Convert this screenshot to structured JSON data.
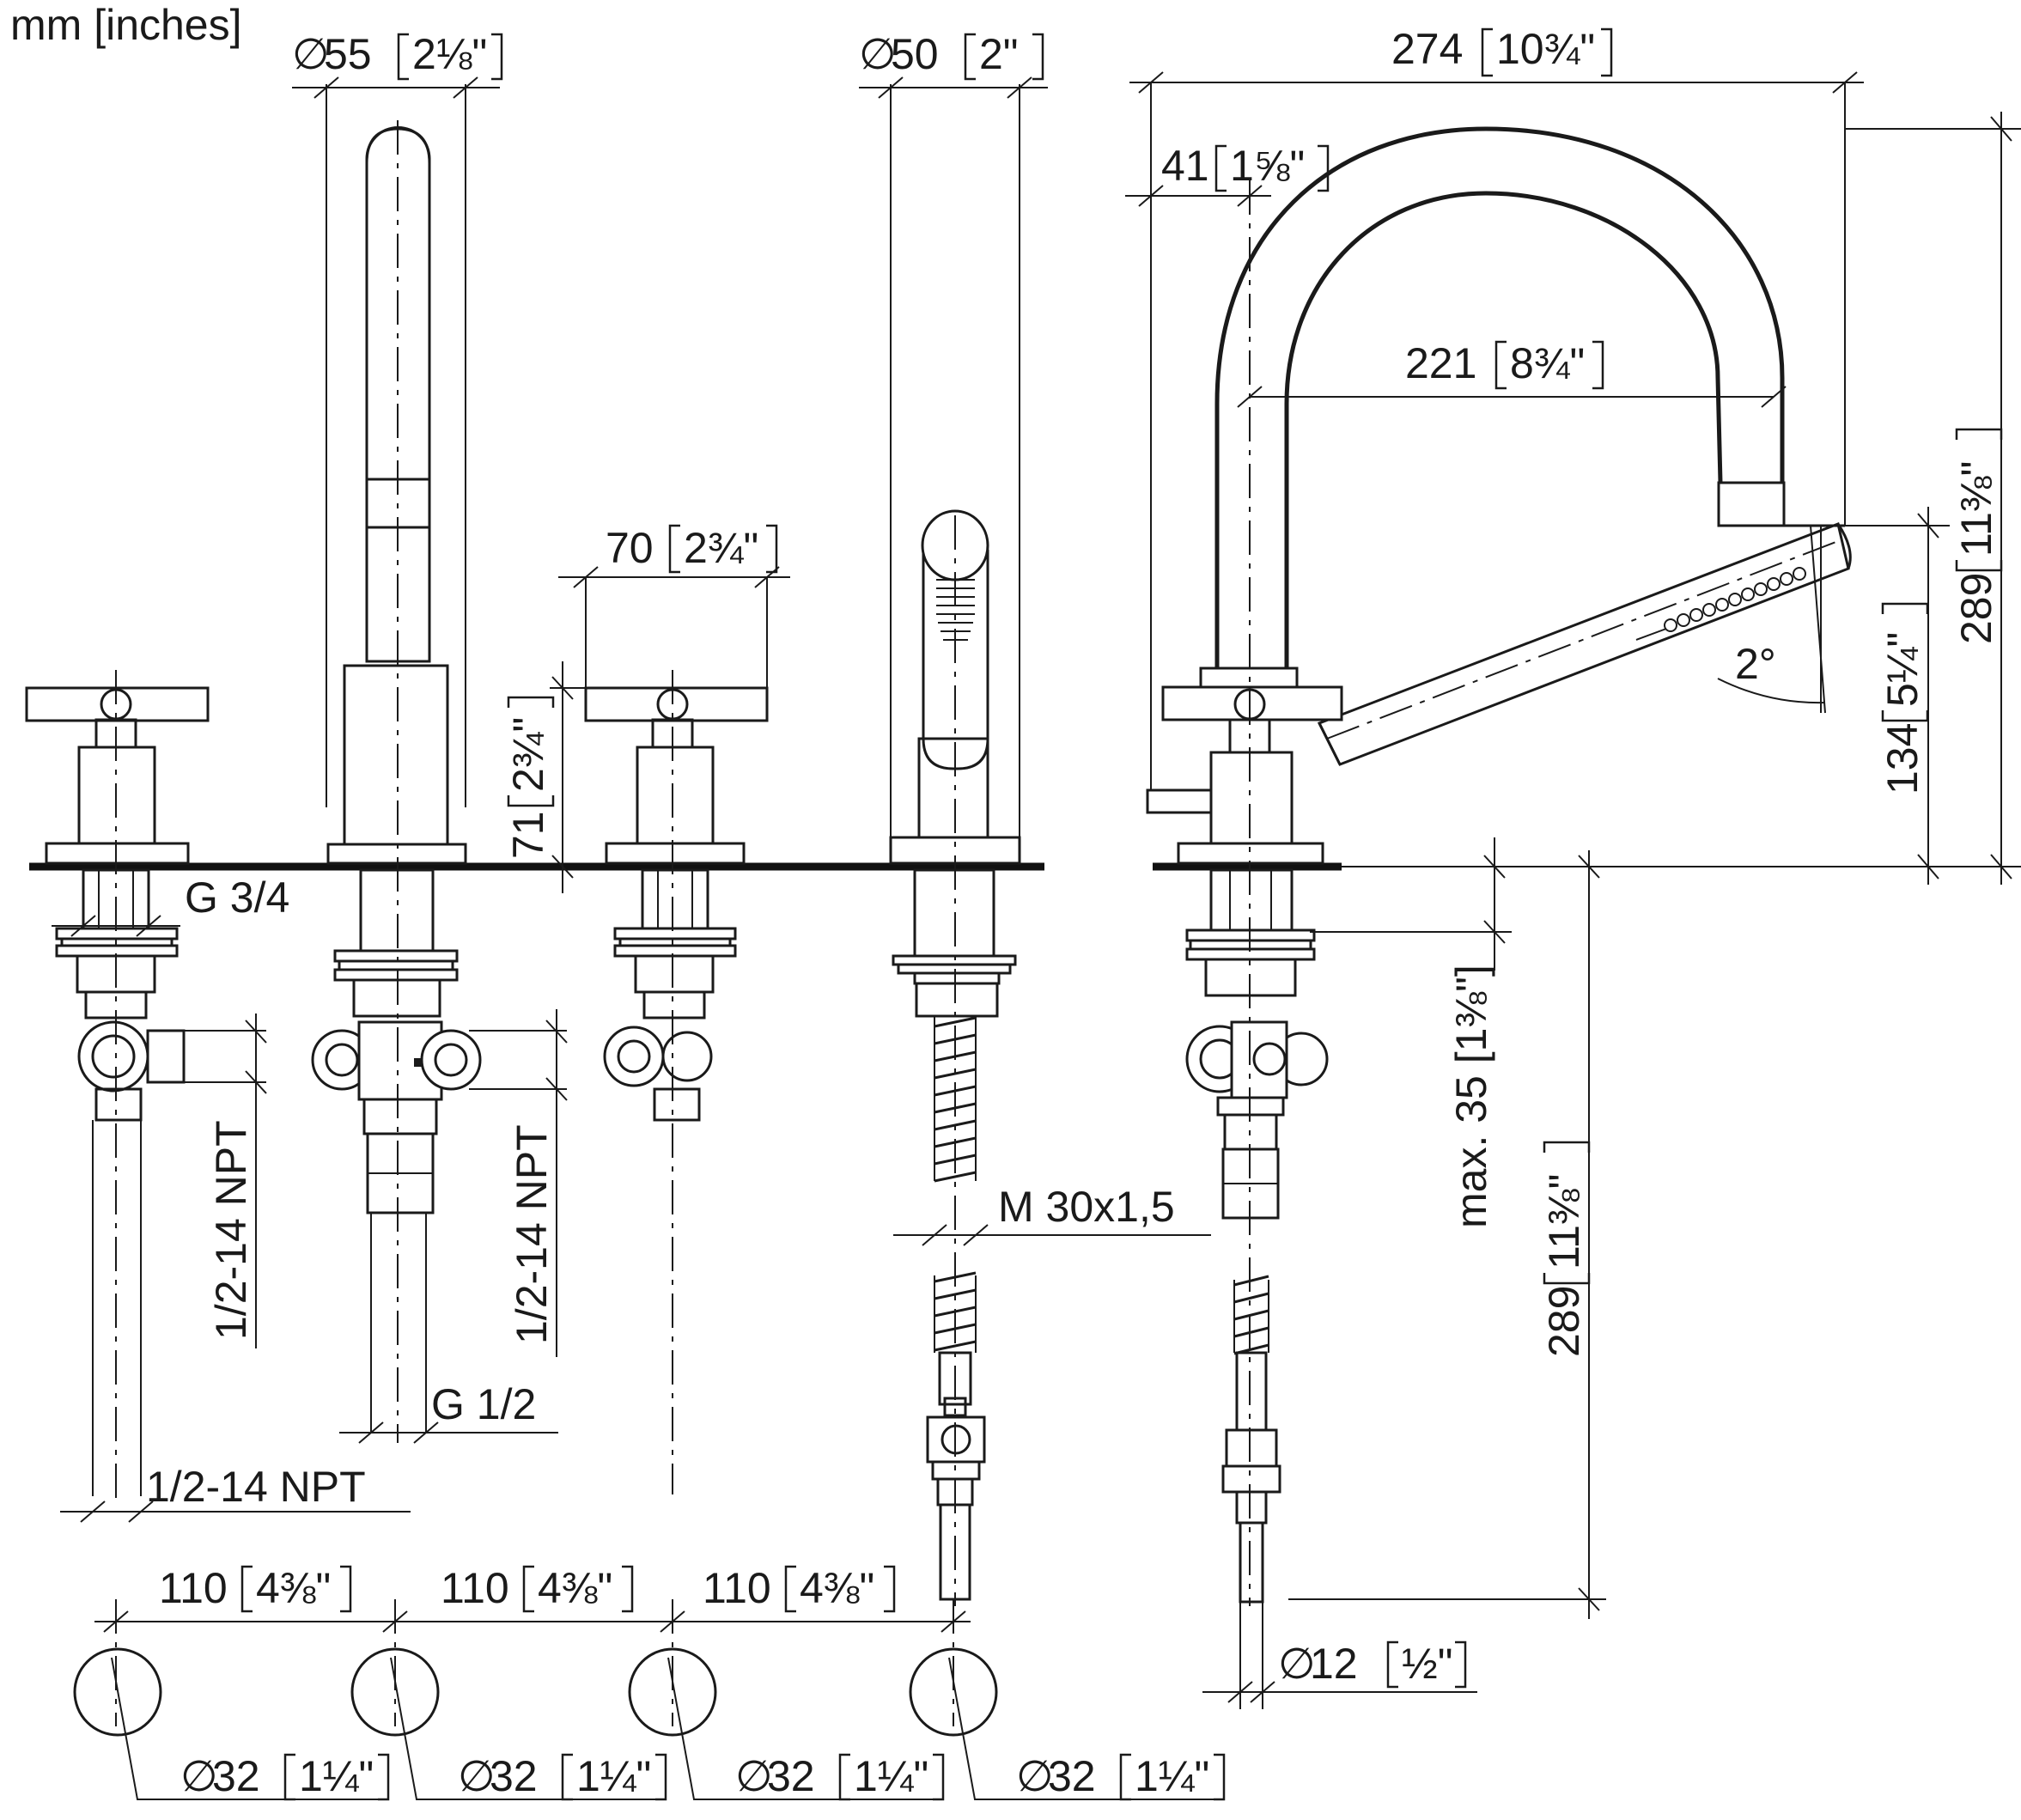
{
  "units": "mm [inches]",
  "dimensions": {
    "spout_diameter": {
      "mm": "55",
      "inch": "2⅛\""
    },
    "shower_diameter": {
      "mm": "50",
      "inch": "2\""
    },
    "spout_reach": {
      "mm": "274",
      "inch": "10¾\""
    },
    "spout_offset": {
      "mm": "41",
      "inch": "1⅝\""
    },
    "arc_width": {
      "mm": "221",
      "inch": "8¾\""
    },
    "handle_width": {
      "mm": "70",
      "inch": "2¾\""
    },
    "handle_height": {
      "mm": "71",
      "inch": "2¾\""
    },
    "total_height": {
      "mm": "289",
      "inch": "11⅜\""
    },
    "outlet_height": {
      "mm": "134",
      "inch": "5¼\""
    },
    "angle": "2°",
    "max_deck": "max. 35 [1⅜\"]",
    "below_deck": {
      "mm": "289",
      "inch": "11⅜\""
    },
    "thread_g34": "G 3/4",
    "thread_g12": "G 1/2",
    "npt_left": "1/2-14 NPT",
    "npt_center": "1/2-14 NPT",
    "npt_bottom": "1/2-14 NPT",
    "hose_thread": "M 30x1,5",
    "hose_diameter": {
      "mm": "12",
      "inch": "½\""
    }
  },
  "spacing": [
    {
      "mm": "110",
      "inch": "4⅜\""
    },
    {
      "mm": "110",
      "inch": "4⅜\""
    },
    {
      "mm": "110",
      "inch": "4⅜\""
    }
  ],
  "holes": [
    {
      "symbol": "∅",
      "mm": "32",
      "inch": "1¼\""
    },
    {
      "symbol": "∅",
      "mm": "32",
      "inch": "1¼\""
    },
    {
      "symbol": "∅",
      "mm": "32",
      "inch": "1¼\""
    },
    {
      "symbol": "∅",
      "mm": "32",
      "inch": "1¼\""
    }
  ],
  "diameter_symbol": "∅"
}
